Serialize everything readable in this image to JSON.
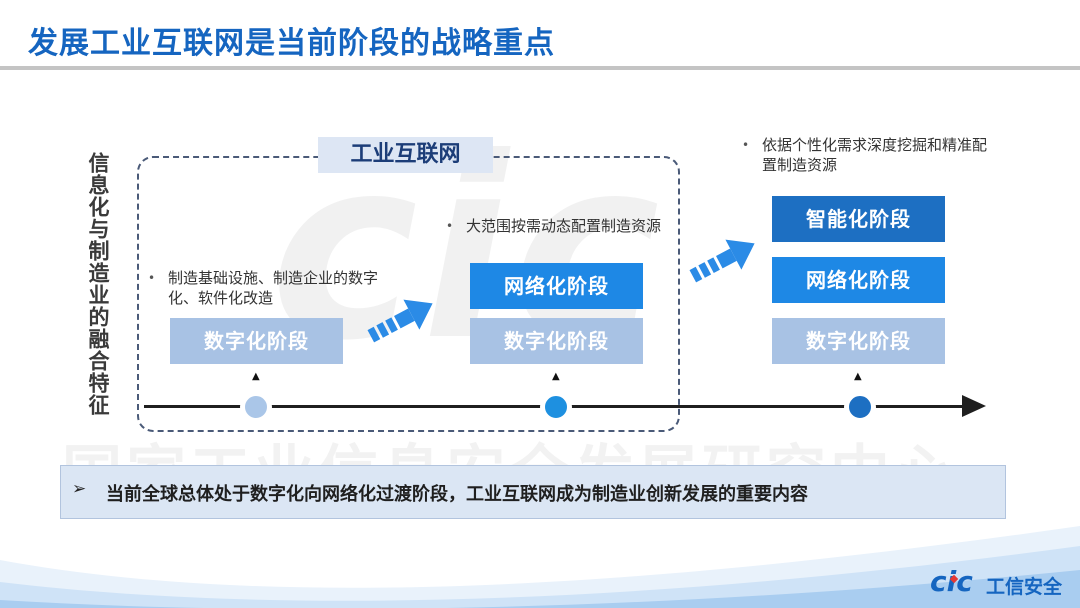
{
  "slide": {
    "title": "发展工业互联网是当前阶段的战略重点",
    "side_label": "信息化与制造业的融合特征",
    "watermark_logo": "cic",
    "watermark_text": "国家工业信息安全发展研究中心"
  },
  "iiot_box": {
    "label": "工业互联网"
  },
  "columns": [
    {
      "bullet": "制造基础设施、制造企业的数字化、软件化改造",
      "stages": [
        "数字化阶段"
      ]
    },
    {
      "bullet": "大范围按需动态配置制造资源",
      "stages": [
        "网络化阶段",
        "数字化阶段"
      ]
    },
    {
      "bullet": "依据个性化需求深度挖掘和精准配置制造资源",
      "stages": [
        "智能化阶段",
        "网络化阶段",
        "数字化阶段"
      ]
    }
  ],
  "summary": {
    "marker": "➢",
    "text": "当前全球总体处于数字化向网络化过渡阶段，工业互联网成为制造业创新发展的重要内容"
  },
  "footer": {
    "logo": "cic",
    "text": "工信安全"
  },
  "colors": {
    "title": "#1565c0",
    "digital_stage": "#a8c2e4",
    "network_stage": "#1e88e5",
    "smart_stage": "#1d6fc2",
    "band": "#dbe6f4"
  }
}
